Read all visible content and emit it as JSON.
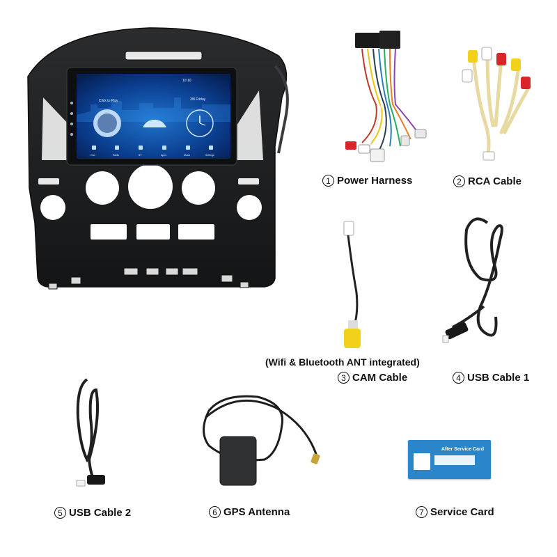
{
  "head_unit": {
    "screen": {
      "status_time": "10:10",
      "player_text": "Click to Play",
      "date_text": "3/8 Friday",
      "dock": [
        "Gnd",
        "Radio",
        "BT",
        "Apps",
        "Music",
        "Settings"
      ]
    }
  },
  "items": [
    {
      "number": "1",
      "label": "Power Harness"
    },
    {
      "number": "2",
      "label": "RCA Cable"
    },
    {
      "number": "3",
      "label": "CAM Cable"
    },
    {
      "number": "4",
      "label": "USB Cable 1"
    },
    {
      "number": "5",
      "label": "USB Cable 2"
    },
    {
      "number": "6",
      "label": "GPS Antenna"
    },
    {
      "number": "7",
      "label": "Service Card"
    }
  ],
  "cam_note": "(Wifi & Bluetooth ANT integrated)",
  "service_card": {
    "title": "After Service Card"
  },
  "colors": {
    "panel": "#1c1d1f",
    "screen_bg": "#0a3a8a",
    "rca_yellow": "#f2d11a",
    "rca_red": "#d8262a",
    "card_blue": "#2a86c8"
  }
}
